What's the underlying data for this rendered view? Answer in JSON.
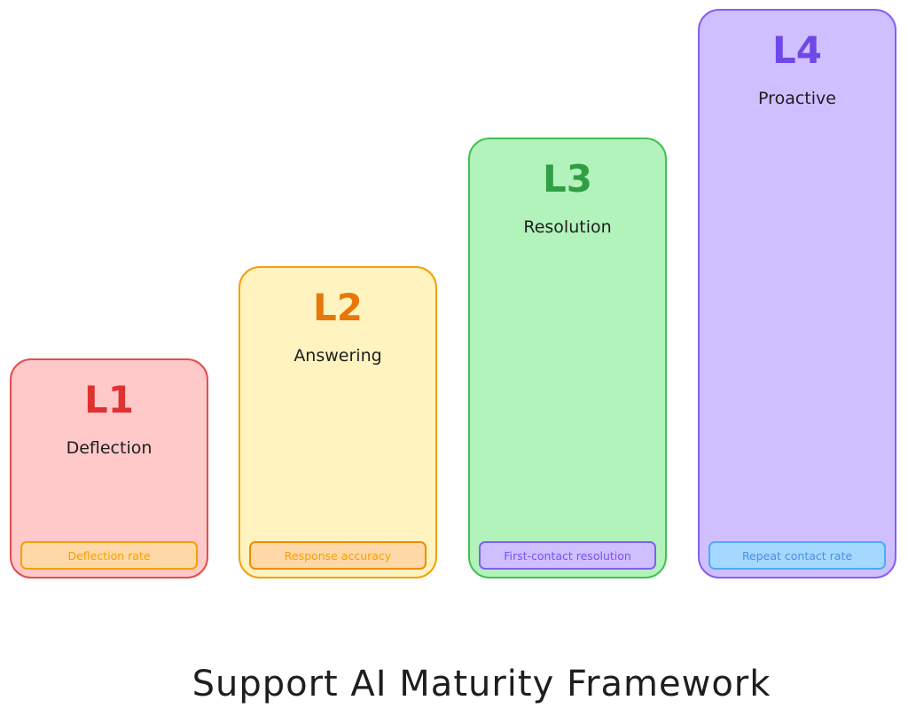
{
  "title": "Support AI Maturity Framework",
  "levels": [
    {
      "level": "L1",
      "name": "Deflection",
      "metric": "Deflection rate",
      "fill": "#ffc9c9",
      "stroke": "#e84b4b",
      "level_color": "#e03131",
      "badge_fill": "#ffd8a8",
      "badge_stroke": "#f59f00",
      "badge_text": "#f59f00"
    },
    {
      "level": "L2",
      "name": "Answering",
      "metric": "Response accuracy",
      "fill": "#fff3bf",
      "stroke": "#f59f00",
      "level_color": "#e8770a",
      "badge_fill": "#ffd8a8",
      "badge_stroke": "#f08c00",
      "badge_text": "#f59f00"
    },
    {
      "level": "L3",
      "name": "Resolution",
      "metric": "First-contact resolution",
      "fill": "#b2f2bb",
      "stroke": "#40c057",
      "level_color": "#2f9e44",
      "badge_fill": "#d0bfff",
      "badge_stroke": "#845ef7",
      "badge_text": "#7950f2"
    },
    {
      "level": "L4",
      "name": "Proactive",
      "metric": "Repeat contact rate",
      "fill": "#d0bfff",
      "stroke": "#845ef7",
      "level_color": "#7048e8",
      "badge_fill": "#a5d8ff",
      "badge_stroke": "#4dabf7",
      "badge_text": "#4a90e2"
    }
  ]
}
